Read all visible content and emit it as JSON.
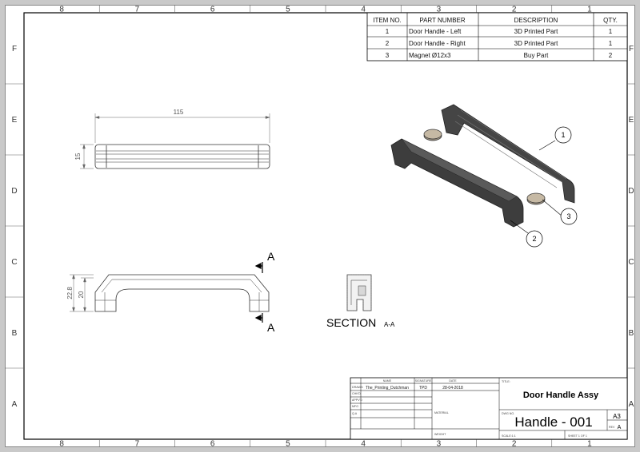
{
  "zones": {
    "columns": [
      "8",
      "7",
      "6",
      "5",
      "4",
      "3",
      "2",
      "1"
    ],
    "rows": [
      "F",
      "E",
      "D",
      "C",
      "B",
      "A"
    ]
  },
  "bom": {
    "headers": [
      "ITEM NO.",
      "PART NUMBER",
      "DESCRIPTION",
      "QTY."
    ],
    "rows": [
      {
        "item": "1",
        "part": "Door Handle - Left",
        "desc": "3D Printed Part",
        "qty": "1"
      },
      {
        "item": "2",
        "part": "Door Handle - Right",
        "desc": "3D Printed Part",
        "qty": "1"
      },
      {
        "item": "3",
        "part": "Magnet Ø12x3",
        "desc": "Buy Part",
        "qty": "2"
      }
    ]
  },
  "dimensions": {
    "length": "115",
    "width": "15",
    "height_total": "22.8",
    "height_inner": "20"
  },
  "section": {
    "letter": "A",
    "title": "SECTION",
    "suffix": "A-A"
  },
  "balloons": [
    "1",
    "2",
    "3"
  ],
  "title_block": {
    "col_name": "NAME",
    "col_signature": "SIGNATURE",
    "col_date": "DATE",
    "row_drawn": "DRAWN",
    "row_chkd": "CHK'D",
    "row_appvd": "APPV'D",
    "row_mfg": "MFG",
    "row_qa": "Q.A",
    "drawn_name": "The_Printing_Dutchman",
    "drawn_sig": "TPD",
    "drawn_date": "28-04-2018",
    "material_label": "MATERIAL",
    "weight_label": "WEIGHT",
    "title_label": "TITLE:",
    "title": "Door Handle Assy",
    "dwg_label": "DWG NO.",
    "dwg_no": "Handle - 001",
    "size": "A3",
    "rev_label": "REV",
    "rev": "A",
    "scale_label": "SCALE:1:1",
    "sheet_label": "SHEET 1 OF 1"
  }
}
